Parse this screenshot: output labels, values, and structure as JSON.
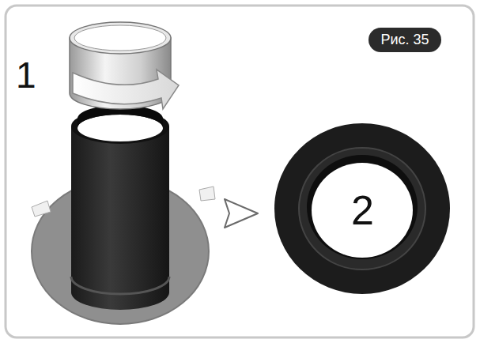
{
  "diagram": {
    "nodes": [
      {
        "text": [
          "Рис. 35"
        ]
      }
    ],
    "labels": [
      "1",
      "2"
    ]
  }
}
